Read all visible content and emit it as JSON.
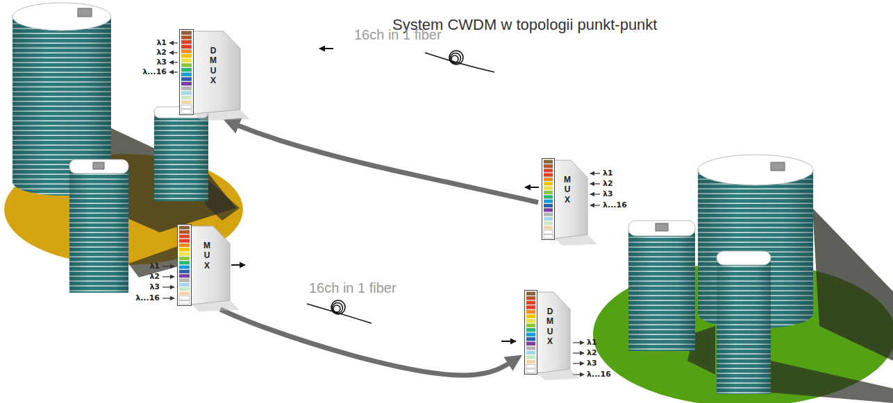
{
  "diagram": {
    "title": "System CWDM w topologii punkt-punkt",
    "nodes": [
      {
        "text": [
          "D M U X"
        ]
      },
      {
        "text": [
          "M U X"
        ]
      },
      {
        "text": [
          "M U X"
        ]
      },
      {
        "text": [
          "D M U X"
        ]
      }
    ],
    "edges": [
      {
        "from": 1,
        "to": 0,
        "arrow": "to",
        "label": "16ch in 1 fiber"
      },
      {
        "from": 2,
        "to": 3,
        "arrow": "to",
        "label": "16ch in 1 fiber"
      }
    ],
    "labels": [
      "λ1",
      "λ2",
      "λ3",
      "λ...16",
      "λ1",
      "λ2",
      "λ3",
      "λ...16",
      "λ1",
      "λ2",
      "λ3",
      "λ...16",
      "λ1",
      "λ2",
      "λ3",
      "λ...16"
    ]
  }
}
